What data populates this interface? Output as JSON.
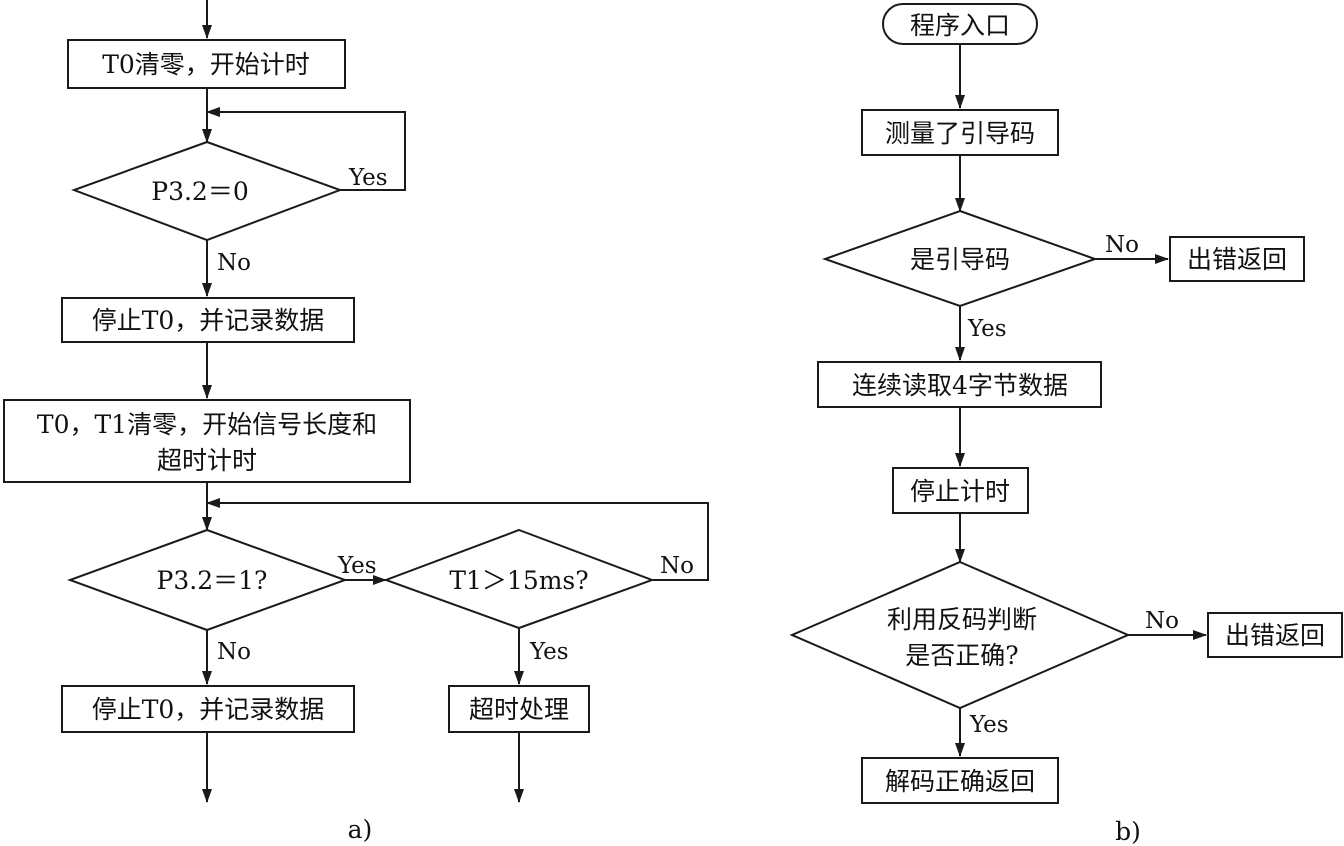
{
  "diagram_a": {
    "caption": "a)",
    "nodes": {
      "t0_clear": "T0清零，开始计时",
      "p32_eq0": "P3.2＝0",
      "stop_t0_1": "停止T0，并记录数据",
      "t0t1_clear_line1": "T0，T1清零，开始信号长度和",
      "t0t1_clear_line2": "超时计时",
      "p32_eq1": "P3.2＝1?",
      "t1_gt15": "T1＞15ms?",
      "stop_t0_2": "停止T0，并记录数据",
      "timeout": "超时处理"
    },
    "edge_labels": {
      "p32_eq0_yes": "Yes",
      "p32_eq0_no": "No",
      "p32_eq1_yes": "Yes",
      "p32_eq1_no": "No",
      "t1_gt15_no": "No",
      "t1_gt15_yes": "Yes"
    }
  },
  "diagram_b": {
    "caption": "b)",
    "nodes": {
      "entry": "程序入口",
      "measure": "测量了引导码",
      "is_leader": "是引导码",
      "error1": "出错返回",
      "read4": "连续读取4字节数据",
      "stop_timer": "停止计时",
      "check_line1": "利用反码判断",
      "check_line2": "是否正确?",
      "error2": "出错返回",
      "ok_return": "解码正确返回"
    },
    "edge_labels": {
      "is_leader_no": "No",
      "is_leader_yes": "Yes",
      "check_no": "No",
      "check_yes": "Yes"
    }
  }
}
